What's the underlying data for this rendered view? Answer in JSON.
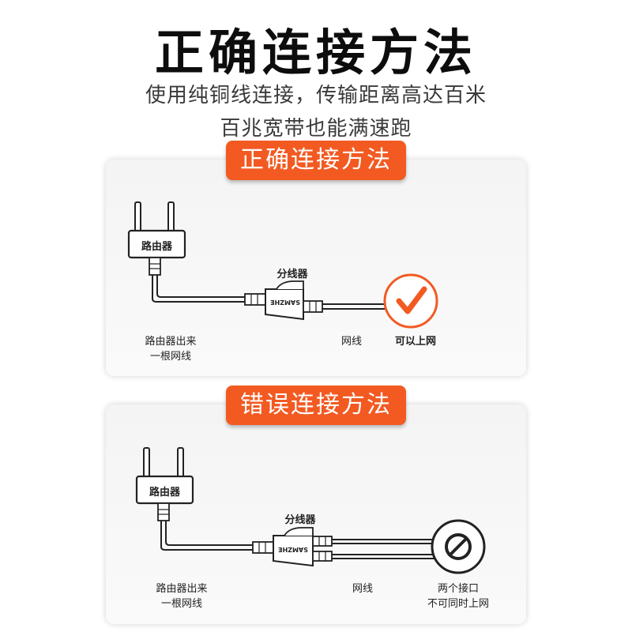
{
  "header": {
    "title": "正确连接方法",
    "subtitle_line1": "使用纯铜线连接，传输距离高达百米",
    "subtitle_line2": "百兆宽带也能满速跑"
  },
  "correct": {
    "badge": "正确连接方法",
    "router_label": "路由器",
    "splitter_label": "分线器",
    "splitter_brand": "SAMZHE",
    "source_line1": "路由器出来",
    "source_line2": "一根网线",
    "cable_label": "网线",
    "result_label": "可以上网",
    "result_icon": "check-icon",
    "accent_color": "#f25a22"
  },
  "wrong": {
    "badge": "错误连接方法",
    "router_label": "路由器",
    "splitter_label": "分线器",
    "splitter_brand": "SAMZHE",
    "source_line1": "路由器出来",
    "source_line2": "一根网线",
    "cable_label": "网线",
    "result_line1": "两个接口",
    "result_line2": "不可同时上网",
    "result_icon": "prohibited-icon"
  }
}
